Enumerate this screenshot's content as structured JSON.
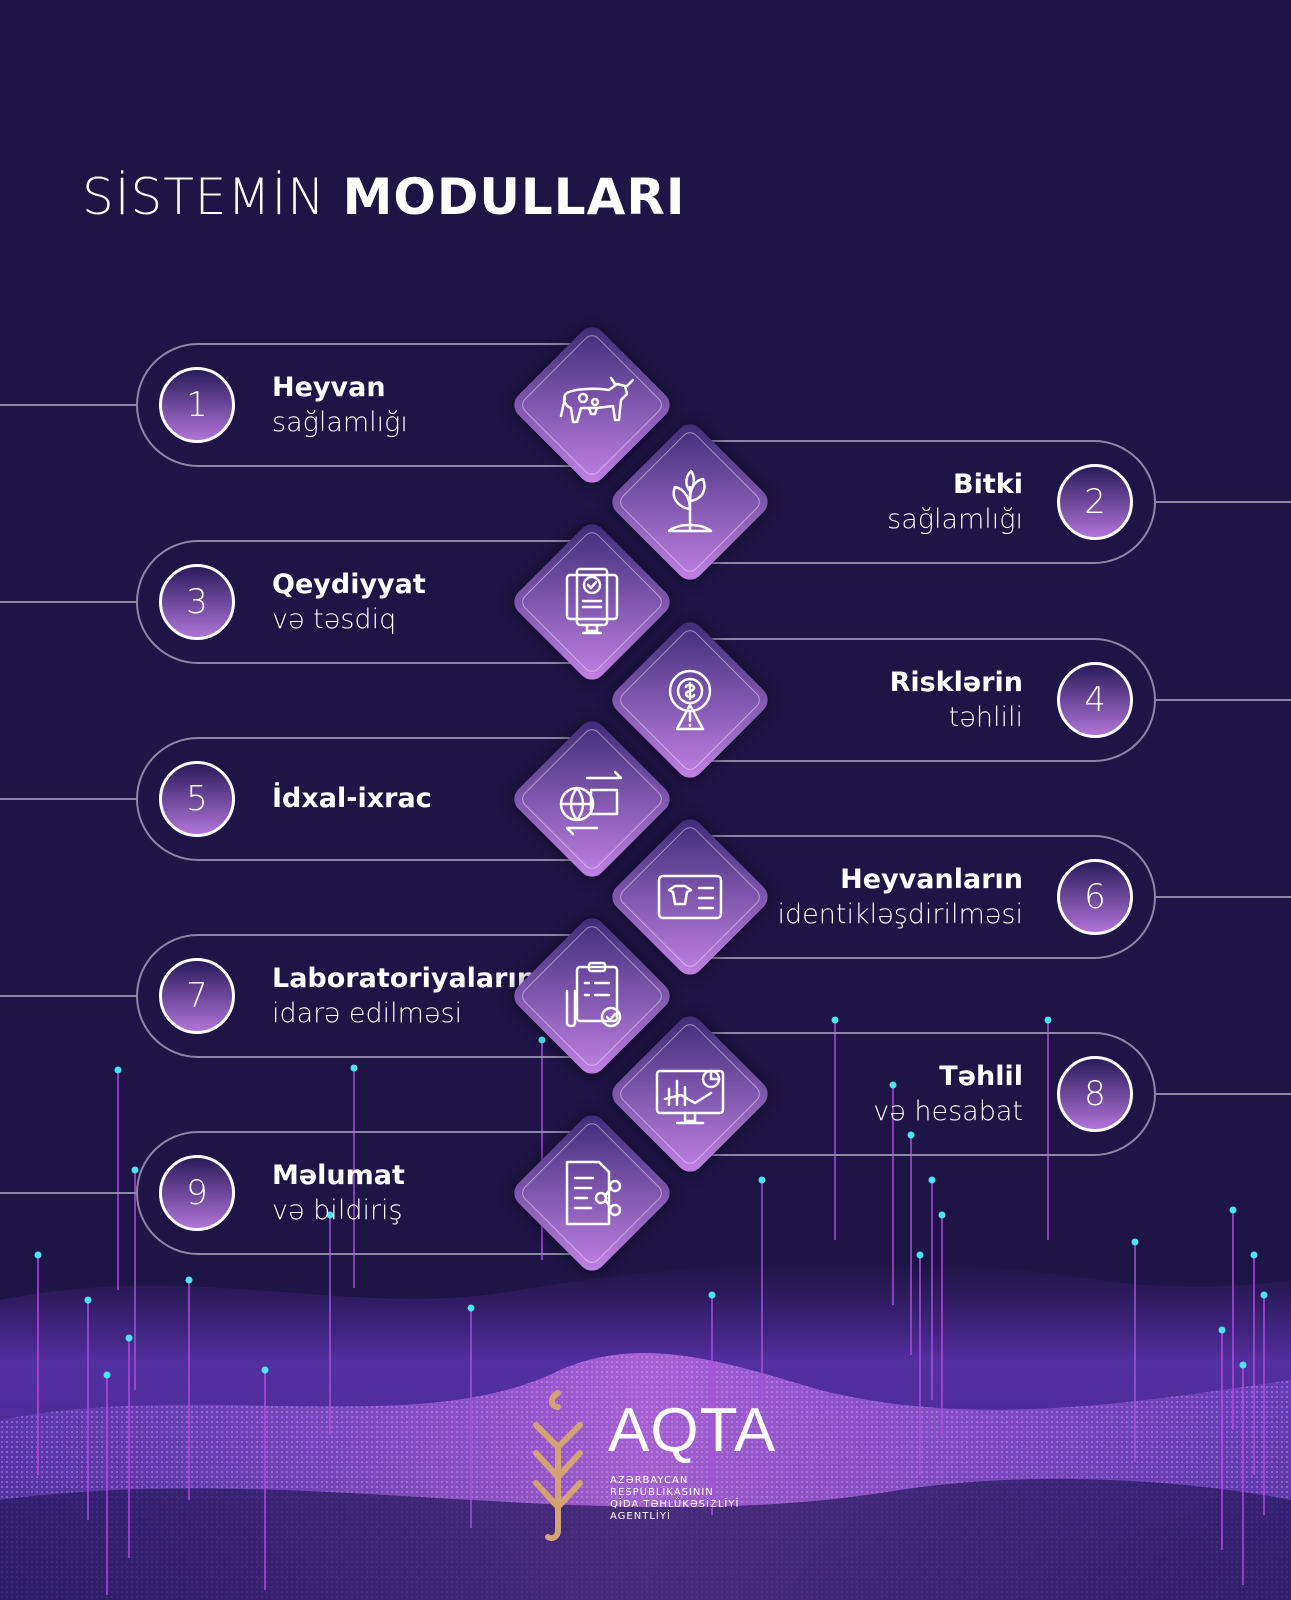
{
  "title": {
    "light": "SİSTEMİN",
    "bold": "MODULLARI"
  },
  "modules": [
    {
      "number": "1",
      "bold": "Heyvan",
      "light": "sağlamlığı",
      "icon": "cow-icon"
    },
    {
      "number": "2",
      "bold": "Bitki",
      "light": "sağlamlığı",
      "icon": "plant-icon"
    },
    {
      "number": "3",
      "bold": "Qeydiyyat",
      "light": "və təsdiq",
      "icon": "certificate-monitor-icon"
    },
    {
      "number": "4",
      "bold": "Risklərin",
      "light": "təhlili",
      "icon": "risk-gear-icon"
    },
    {
      "number": "5",
      "bold": "İdxal-ixrac",
      "light": "",
      "icon": "globe-trade-icon"
    },
    {
      "number": "6",
      "bold": "Heyvanların",
      "light": "identikləşdirilməsi",
      "icon": "animal-id-card-icon"
    },
    {
      "number": "7",
      "bold": "Laboratoriyaların",
      "light": "idarə edilməsi",
      "icon": "lab-clipboard-icon"
    },
    {
      "number": "8",
      "bold": "Təhlil",
      "light": "və hesabat",
      "icon": "analytics-monitor-icon"
    },
    {
      "number": "9",
      "bold": "Məlumat",
      "light": "və bildiriş",
      "icon": "document-share-icon"
    }
  ],
  "logo": {
    "name": "AQTA",
    "sub": [
      "AZƏRBAYCAN",
      "RESPUBLİKASININ",
      "QİDA TƏHLÜKƏSİZLİYİ",
      "AGENTLİYİ"
    ]
  },
  "colors": {
    "background": "#1e1445",
    "accent": "#b074d8",
    "logo_gold": "#d4a373",
    "dot_cyan": "#4de3f0"
  }
}
